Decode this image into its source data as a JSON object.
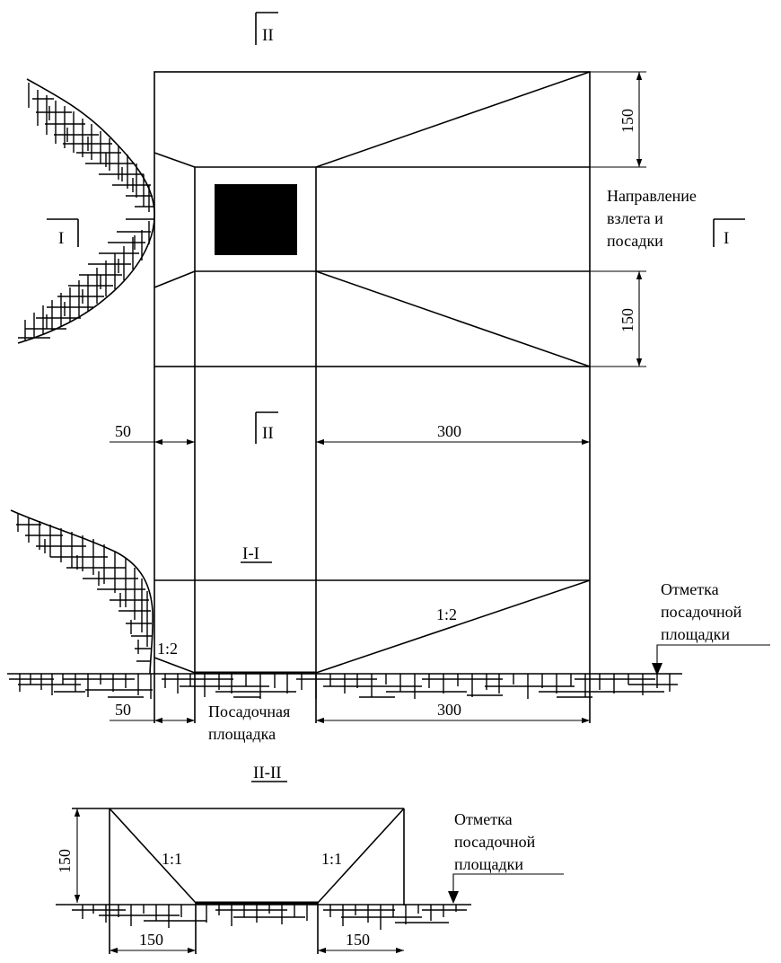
{
  "plan": {
    "section_mark_top": "II",
    "section_mark_mid": "II",
    "section_mark_left": "I",
    "section_mark_right": "I",
    "dim_top": "150",
    "dim_bottom": "150",
    "dim_left": "50",
    "dim_right": "300",
    "direction_label_line1": "Направление",
    "direction_label_line2": "взлета и",
    "direction_label_line3": "посадки"
  },
  "section_1": {
    "title": "I-I",
    "slope_left": "1:2",
    "slope_right": "1:2",
    "elevation_line1": "Отметка",
    "elevation_line2": "посадочной",
    "elevation_line3": "площадки",
    "dim_left": "50",
    "dim_right": "300",
    "pad_label_line1": "Посадочная",
    "pad_label_line2": "площадка"
  },
  "section_2": {
    "title": "II-II",
    "dim_height": "150",
    "slope_left": "1:1",
    "slope_right": "1:1",
    "dim_left": "150",
    "dim_right": "150",
    "elevation_line1": "Отметка",
    "elevation_line2": "посадочной",
    "elevation_line3": "площадки"
  }
}
